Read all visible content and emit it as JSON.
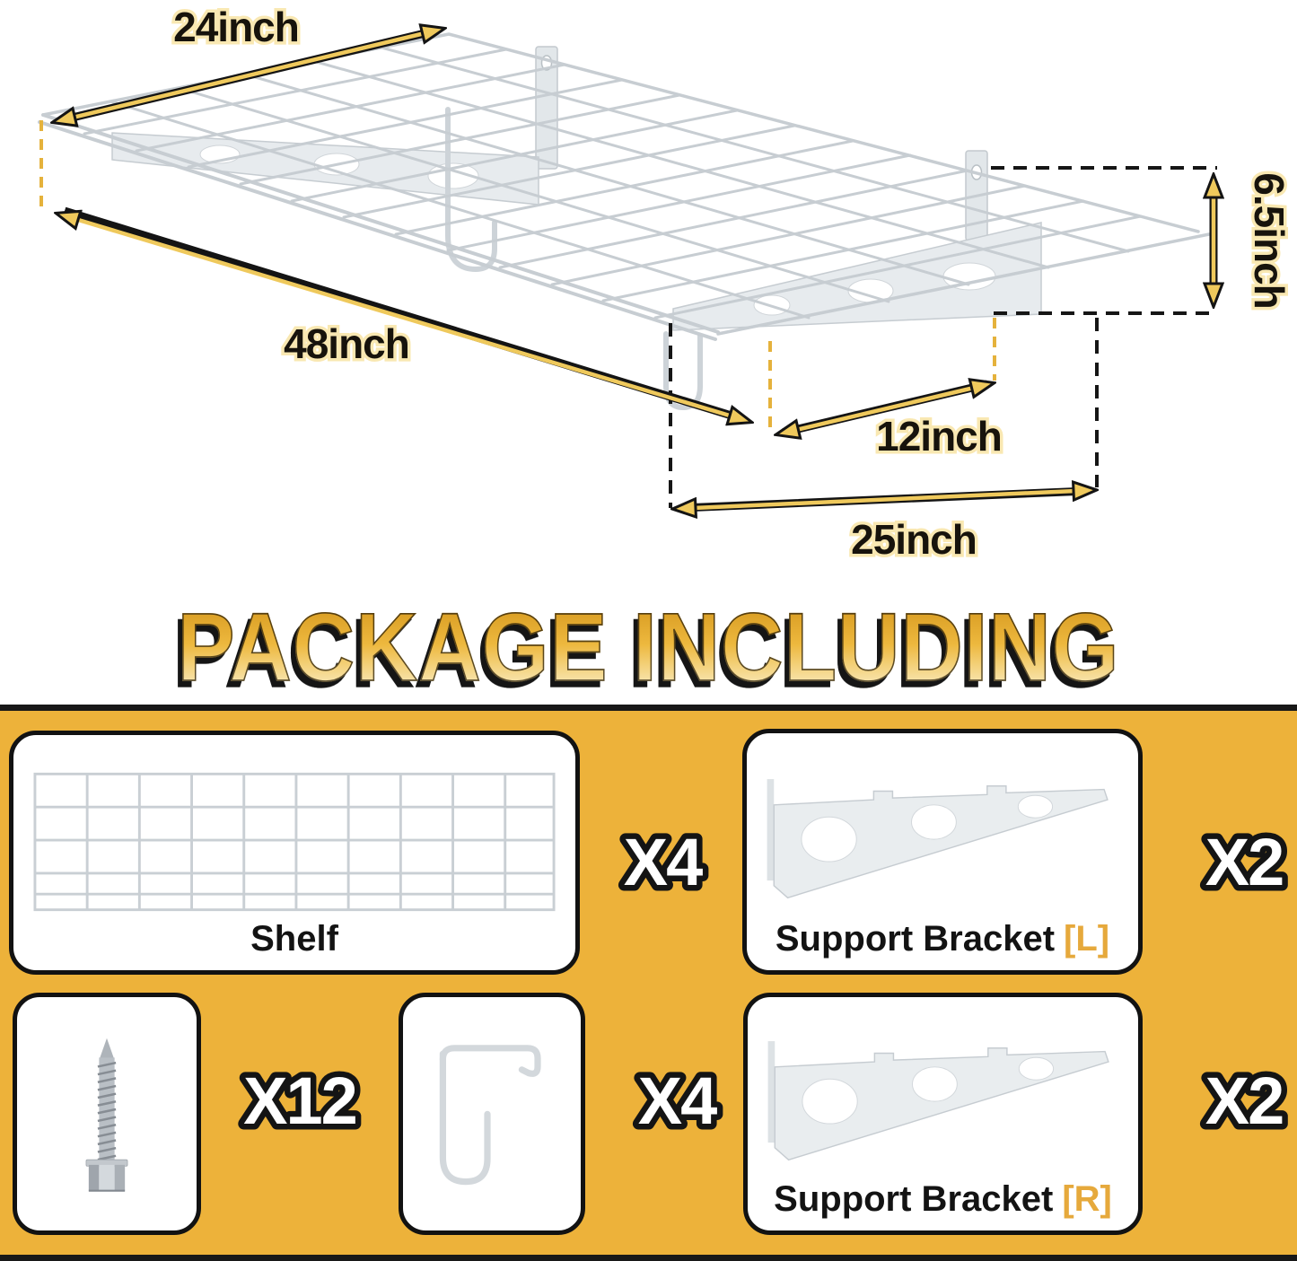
{
  "diagram": {
    "depth": "24inch",
    "length": "48inch",
    "bracket_depth": "12inch",
    "bracket_spacing": "25inch",
    "bracket_height": "6.5inch"
  },
  "title": "PACKAGE INCLUDING",
  "package": {
    "shelf": {
      "label": "Shelf",
      "qty": "X4"
    },
    "bracket_left": {
      "label": "Support Bracket",
      "variant": "[L]",
      "qty": "X2"
    },
    "screw": {
      "qty": "X12"
    },
    "hook": {
      "qty": "X4"
    },
    "bracket_right": {
      "label": "Support Bracket",
      "variant": "[R]",
      "qty": "X2"
    }
  },
  "colors": {
    "panel_yellow": "#EDB23A",
    "accent_gold": "#E6A93C",
    "arrow_yellow": "#EFC95C",
    "wire_gray": "#C7CDD2",
    "title_gradient_top": "#D6991F",
    "title_gradient_bottom": "#FBF0C8"
  }
}
